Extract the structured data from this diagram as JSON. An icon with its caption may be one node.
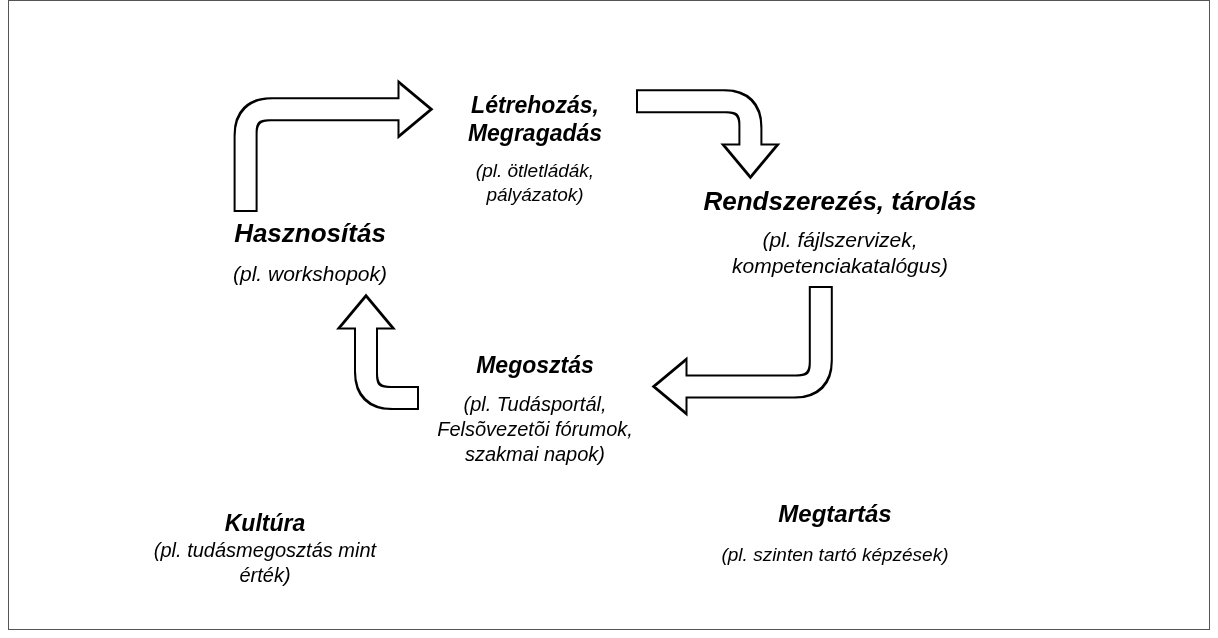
{
  "diagram": {
    "nodes": [
      {
        "text": [
          "Létrehozás, Megragadás",
          "(pl. ötletládák, pályázatok)"
        ]
      },
      {
        "text": [
          "Rendszerezés, tárolás",
          "(pl. fájlszervizek, kompetenciakatalógus)"
        ]
      },
      {
        "text": [
          "Megosztás",
          "(pl. Tudásportál, Felsõvezetõi fórumok, szakmai napok)"
        ]
      },
      {
        "text": [
          "Hasznosítás",
          "(pl. workshopok)"
        ]
      },
      {
        "text": [
          "Kultúra",
          "(pl. tudásmegosztás mint érték)"
        ]
      },
      {
        "text": [
          "Megtartás",
          "(pl. szinten tartó képzések)"
        ]
      }
    ],
    "edges": [
      {
        "from": 0,
        "to": 1,
        "arrow": "to"
      },
      {
        "from": 1,
        "to": 2,
        "arrow": "to"
      },
      {
        "from": 2,
        "to": 3,
        "arrow": "to"
      },
      {
        "from": 3,
        "to": 0,
        "arrow": "to"
      }
    ]
  }
}
